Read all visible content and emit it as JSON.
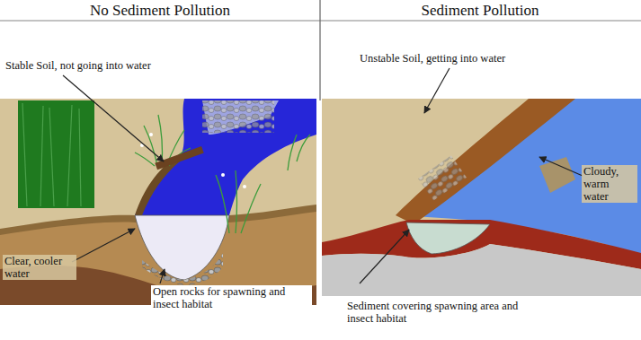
{
  "diagram": {
    "labels": [
      "No Sediment Pollution",
      "Sediment Pollution",
      "Stable Soil, not going into water",
      "Clear, cooler water",
      "Open rocks for spawning and insect habitat",
      "Unstable Soil, getting into water",
      "Cloudy, warm water",
      "Sediment covering spawning area and insect habitat"
    ]
  }
}
